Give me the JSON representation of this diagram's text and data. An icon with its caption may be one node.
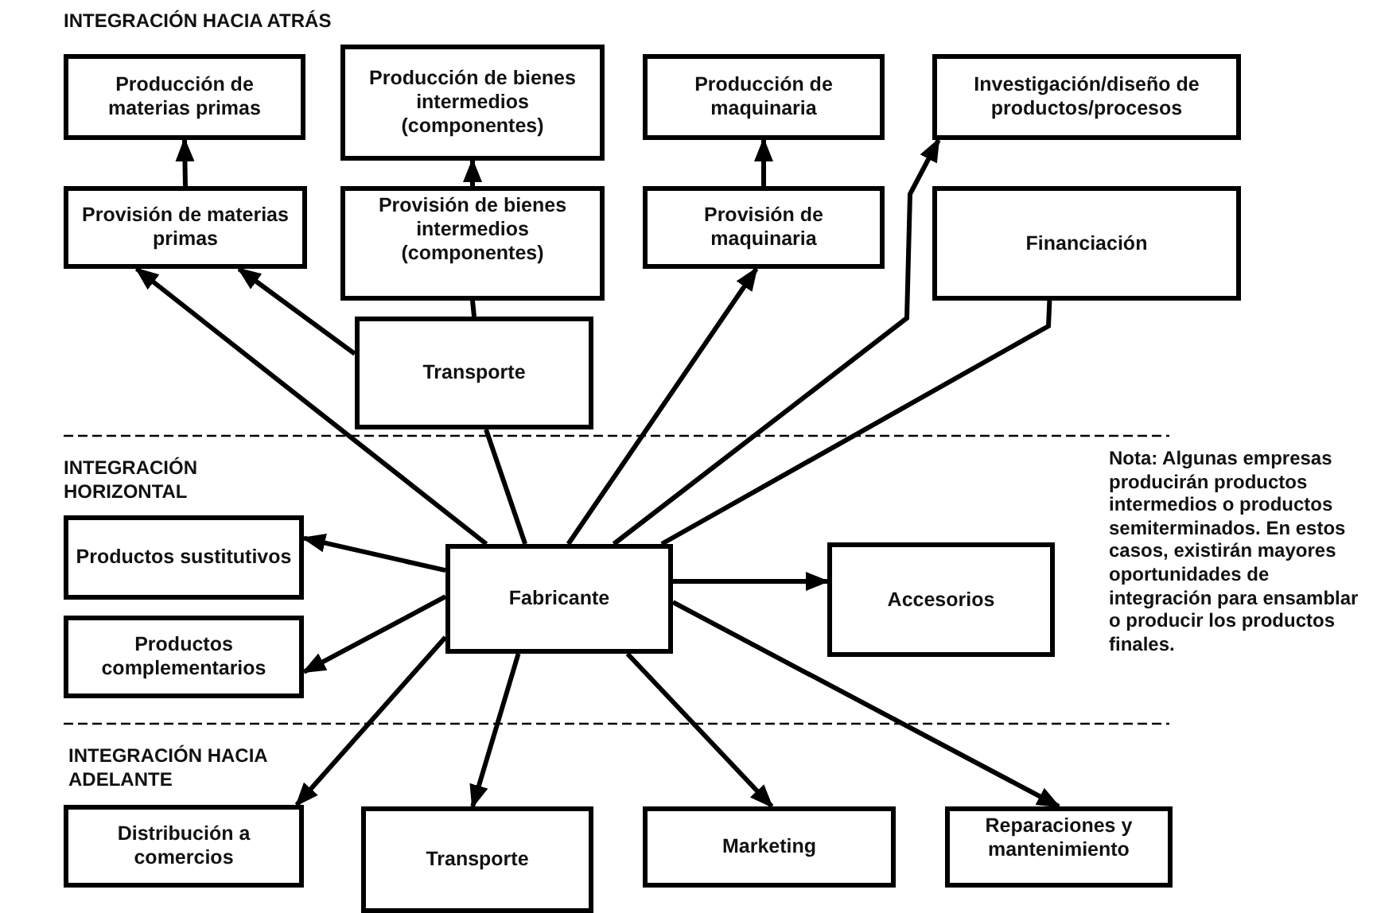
{
  "diagram": {
    "nodes": [
      {
        "text": [
          "Producción de materias primas"
        ]
      },
      {
        "text": [
          "Producción de bienes intermedios (componentes)"
        ]
      },
      {
        "text": [
          "Producción de maquinaria"
        ]
      },
      {
        "text": [
          "Investigación/diseño de productos/procesos"
        ]
      },
      {
        "text": [
          "Provisión de materias primas"
        ]
      },
      {
        "text": [
          "Provisión de bienes intermedios (componentes)"
        ]
      },
      {
        "text": [
          "Provisión de maquinaria"
        ]
      },
      {
        "text": [
          "Financiación"
        ]
      },
      {
        "text": [
          "Transporte"
        ]
      },
      {
        "text": [
          "Fabricante"
        ]
      },
      {
        "text": [
          "Productos sustitutivos"
        ]
      },
      {
        "text": [
          "Productos complementarios"
        ]
      },
      {
        "text": [
          "Accesorios"
        ]
      },
      {
        "text": [
          "Distribución a comercios"
        ]
      },
      {
        "text": [
          "Transporte"
        ]
      },
      {
        "text": [
          "Marketing"
        ]
      },
      {
        "text": [
          "Reparaciones y mantenimiento"
        ]
      }
    ],
    "edges": [
      {
        "from": 4,
        "to": 0,
        "arrow": "to"
      },
      {
        "from": 5,
        "to": 1,
        "arrow": "to"
      },
      {
        "from": 6,
        "to": 2,
        "arrow": "to"
      },
      {
        "from": 8,
        "to": 5,
        "arrow": "none"
      },
      {
        "from": 8,
        "to": 4,
        "arrow": "to"
      },
      {
        "from": 9,
        "to": 4,
        "arrow": "to"
      },
      {
        "from": 9,
        "to": 8,
        "arrow": "none"
      },
      {
        "from": 9,
        "to": 6,
        "arrow": "to"
      },
      {
        "from": 9,
        "to": 3,
        "arrow": "to"
      },
      {
        "from": 9,
        "to": 7,
        "arrow": "none"
      },
      {
        "from": 9,
        "to": 10,
        "arrow": "to"
      },
      {
        "from": 9,
        "to": 11,
        "arrow": "to"
      },
      {
        "from": 9,
        "to": 12,
        "arrow": "to"
      },
      {
        "from": 9,
        "to": 13,
        "arrow": "to"
      },
      {
        "from": 9,
        "to": 14,
        "arrow": "to"
      },
      {
        "from": 9,
        "to": 15,
        "arrow": "to"
      },
      {
        "from": 9,
        "to": 16,
        "arrow": "to"
      }
    ],
    "labels": [
      "INTEGRACIÓN HACIA ATRÁS",
      "INTEGRACIÓN HORIZONTAL",
      "INTEGRACIÓN HACIA ADELANTE",
      "Nota: Algunas empresas producirán productos intermedios o productos semiterminados. En estos casos, existirán mayores oportunidades de integración para ensamblar o producir los productos finales."
    ]
  }
}
